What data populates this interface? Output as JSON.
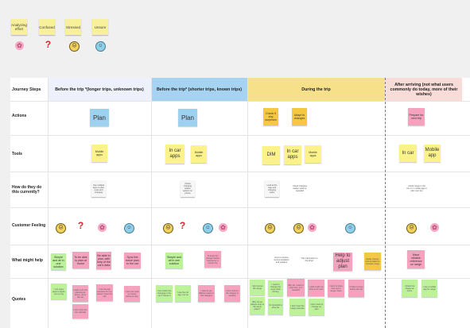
{
  "legend": {
    "items": [
      {
        "label": "Analyzing effort"
      },
      {
        "label": "Confused"
      },
      {
        "label": "Stressed"
      },
      {
        "label": "Unsure"
      }
    ]
  },
  "colors": {
    "col1": "#eef0fb",
    "col2": "#a7d3f2",
    "col3": "#f7e08a",
    "col4": "#f8dcd7",
    "blue_note": "#9ed0ef",
    "yellow_note": "#fbf38a",
    "orange_note": "#f5c842",
    "pink_note": "#f5a2bf",
    "green_note": "#bdf29b"
  },
  "icons": {
    "analyzing": "brain-icon",
    "confused": "question-mark-icon",
    "stressed": "stressed-face-icon",
    "unsure": "unsure-face-icon"
  },
  "columns": [
    {
      "label": "Journey Steps"
    },
    {
      "label": "Before the trip *(longer trips, unknown trips)"
    },
    {
      "label": "Before the trip* (shorter trips, known trips)"
    },
    {
      "label": "During the trip"
    },
    {
      "label": "After arriving (not what users commonly do today, more of their wishes)"
    }
  ],
  "rows": [
    {
      "label": "Actions"
    },
    {
      "label": "Tools"
    },
    {
      "label": "How do they do this currently?"
    },
    {
      "label": "Customer Feeling"
    },
    {
      "label": "What might help"
    },
    {
      "label": "Quotes"
    }
  ],
  "notes": {
    "plan1": "Plan",
    "plan2": "Plan",
    "check_surprises": "Check if any surprises",
    "adapt_changes": "Adapt to changes",
    "prepare_next": "Prepare for next trip",
    "mobile_apps1": "Mobile apps",
    "in_car_apps": "In car apps",
    "mobile_apps2": "Mobile apps",
    "dim": "DIM",
    "in_car_apps2": "In car apps",
    "mobile_apps3": "Mobile apps",
    "in_car": "In car",
    "mobile_app": "Mobile app",
    "current1": "Use multiple apps to plan route and charging",
    "current2": "Check charging station options on phone",
    "current3": "Look at the map and charging stops",
    "current4": "Check charging station options, repeated",
    "current5": "Check range in the car or in mobile app to plan next trip",
    "help1": "Simple and all in one solution",
    "help2": "To be able to plan at home",
    "help3": "Be able to plan, with help of the car's data",
    "help4": "Sync the travel plan to the car",
    "help5": "Simple and all in one solution",
    "help6": "To know the charger before leaving for a known trip",
    "help7": "How to receive recommendation and updates",
    "help8": "Trip information to the driver",
    "help9": "Help to adjust plan",
    "help10": "Easily change driving habits to increase range",
    "help11": "Have reliable reference on range",
    "quote1": "I use many apps to figure out my trip",
    "quote2": "I want to do the planning at home, not in the car",
    "quote3": "I don't trust the car estimate",
    "quote4": "I use the app because the car doesn't have the info",
    "quote5": "I plan the route so I know where to stop",
    "quote6": "I can check the charging in the car if I know it",
    "quote7": "I use the car app, it is ok",
    "quote8": "I want to get different apps to find chargers",
    "quote9": "I don't know if the charger is working",
    "quote10": "I don't know the range",
    "quote11": "Why do we always stop at the same place?",
    "quote12": "I need to change the route while driving",
    "quote13": "It's stressful to drive far",
    "quote14": "Why do I need to stop here, is it needed?",
    "quote15": "I don't trust the range estimate",
    "quote16": "I wish it told me what to do next",
    "quote17": "I don't want to change my plan",
    "quote18": "I want to know how much range I have",
    "quote19": "I'd like to know before the trip",
    "quote20": "I check the charge at home",
    "quote21": "I use a mobile app for range"
  }
}
